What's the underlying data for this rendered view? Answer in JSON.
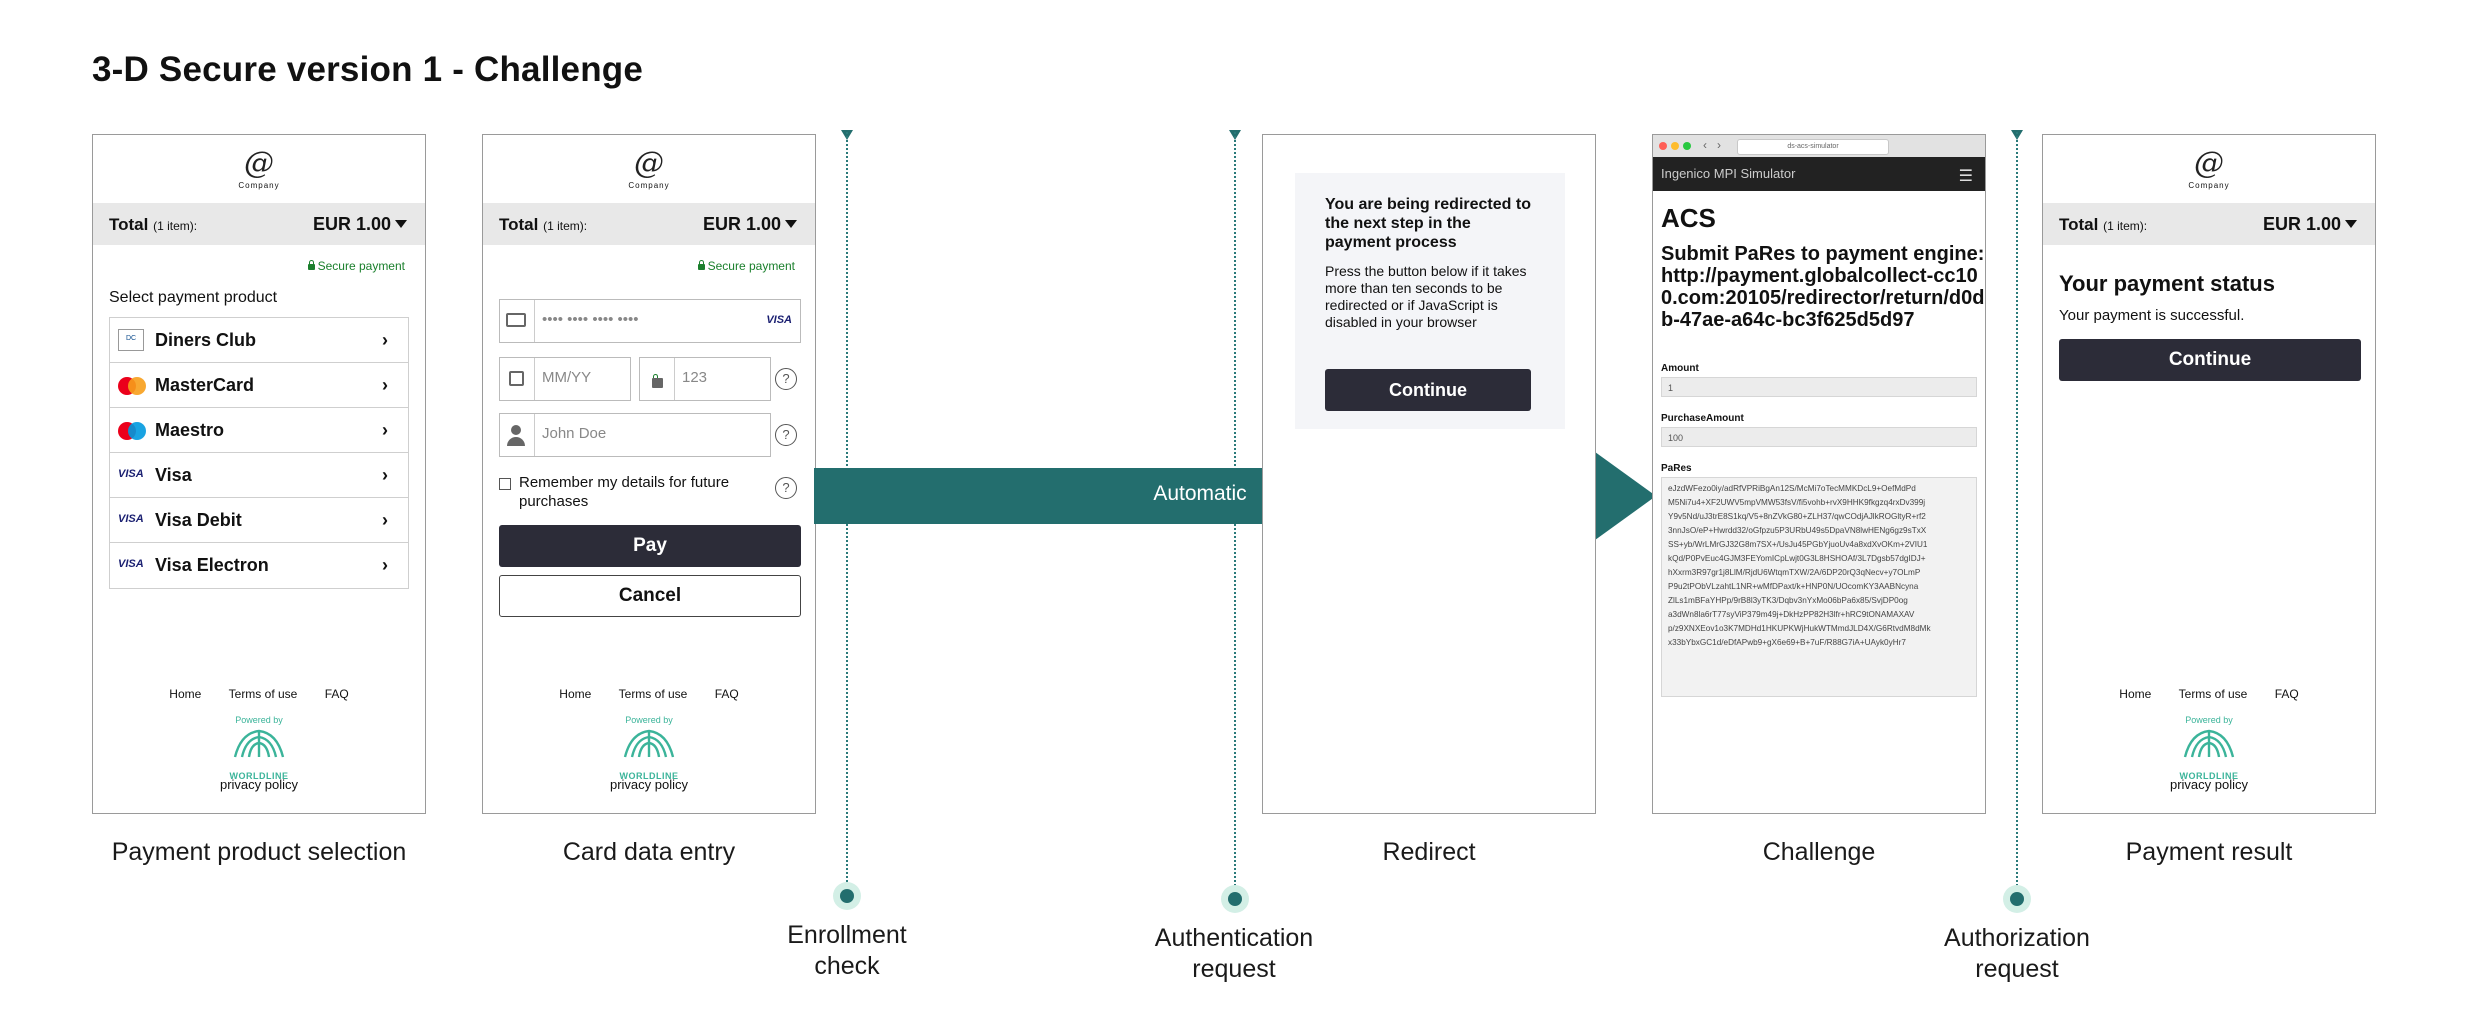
{
  "title": "3-D Secure version 1 - Challenge",
  "merchant": {
    "logo_text": "Company",
    "total_label": "Total",
    "total_items": "(1 item):",
    "total_amount": "EUR 1.00",
    "secure_label": "Secure payment"
  },
  "product_selection": {
    "caption": "Payment product selection",
    "select_label": "Select payment product",
    "products": [
      {
        "name": "Diners Club",
        "icon": "diners-club-icon"
      },
      {
        "name": "MasterCard",
        "icon": "mastercard-icon"
      },
      {
        "name": "Maestro",
        "icon": "maestro-icon"
      },
      {
        "name": "Visa",
        "icon": "visa-icon"
      },
      {
        "name": "Visa Debit",
        "icon": "visa-icon"
      },
      {
        "name": "Visa Electron",
        "icon": "visa-icon"
      }
    ],
    "visa_mark": "VISA"
  },
  "card_entry": {
    "caption": "Card data entry",
    "card_number_placeholder": "•••• •••• •••• ••••",
    "card_brand": "VISA",
    "expiry_placeholder": "MM/YY",
    "cvv_placeholder": "123",
    "name_placeholder": "John Doe",
    "remember_label": "Remember my details for future purchases",
    "help_glyph": "?",
    "pay_label": "Pay",
    "cancel_label": "Cancel"
  },
  "footer": {
    "home": "Home",
    "terms": "Terms of use",
    "faq": "FAQ",
    "powered_by": "Powered by",
    "brand": "WORLDLINE",
    "privacy": "privacy policy"
  },
  "redirect": {
    "caption": "Redirect",
    "heading": "You are being redirected to the next step in the payment process",
    "body": "Press the button below if it takes more than ten seconds to be redirected or if JavaScript is disabled in your browser",
    "button": "Continue"
  },
  "challenge": {
    "caption": "Challenge",
    "url": "ds-acs-simulator",
    "app_title": "Ingenico MPI Simulator",
    "acs_title": "ACS",
    "submit_text": "Submit PaRes to payment engine: http://payment.globalcollect-cc100.com:20105/redirector/return/d0db-47ae-a64c-bc3f625d5d97",
    "amount_label": "Amount",
    "amount_value": "1",
    "purchase_label": "PurchaseAmount",
    "purchase_value": "100",
    "pares_label": "PaRes",
    "pares_lines": [
      "eJzdWFezo0iy/adRfVPRiBgAn12S/McMi7oTecMMKDcL9+OefMdPd",
      "M5Ni7u4+XF2UWV5mpVMW53fsV/fi5vohb+rvX9HHK9fkgzq4rxDv399j",
      "Y9v5Nd/uJ3trE8S1kq/V5+8nZVkG80+ZLH37/qwCOdjAJlkROGltyR+rf2",
      "3nnJsO/eP+Hwrdd32/oGfpzu5P3URbU49s5DpaVN8lwHENg6gz9sTxX",
      "SS+yb/WrLMrGJ32G8m7SX+/UsJu45PGbYjuoUv4a8xdXvOKm+2VIU1",
      "kQd/P0PvEuc4GJM3FEYomICpLwjt0G3L8HSHOAf/3L7Dgsb57dgIDJ+",
      "hXxrm3R97gr1j8LlM/RjdU6WtqmTXW/2A/6DP20rQ3qNecv+y7OLmP",
      "P9u2tPObVLzahtL1NR+wMfDPaxt/k+HNP0N/UOcomKY3AABNcyna",
      "ZlLs1mBFaYHPp/9rB8l3yTK3/Dqbv3nYxMo06bPa6x85/SvjDP0og",
      "a3dWn8la6rT77syViP379m49j+DkHzPP82H3lfr+hRC9tONAMAXAV",
      "p/z9XNXEov1o3K7MDHd1HKUPKWjHukWTMmdJLD4X/G6RtvdM8dMk",
      "x33bYbxGC1d/eDfAPwb9+gX6e69+B+7uF/R88G7iA+UAyk0yHr7"
    ]
  },
  "result": {
    "caption": "Payment result",
    "heading": "Your payment status",
    "message": "Your payment is successful.",
    "button": "Continue"
  },
  "flow": {
    "arrow_label": "Automatic",
    "enrollment": [
      "Enrollment",
      "check"
    ],
    "authentication": [
      "Authentication",
      "request"
    ],
    "authorization": [
      "Authorization",
      "request"
    ]
  },
  "colors": {
    "teal": "#236e6e",
    "dark_button": "#2c2c38",
    "secure_green": "#1a7f2c",
    "worldline": "#3bb49a"
  }
}
